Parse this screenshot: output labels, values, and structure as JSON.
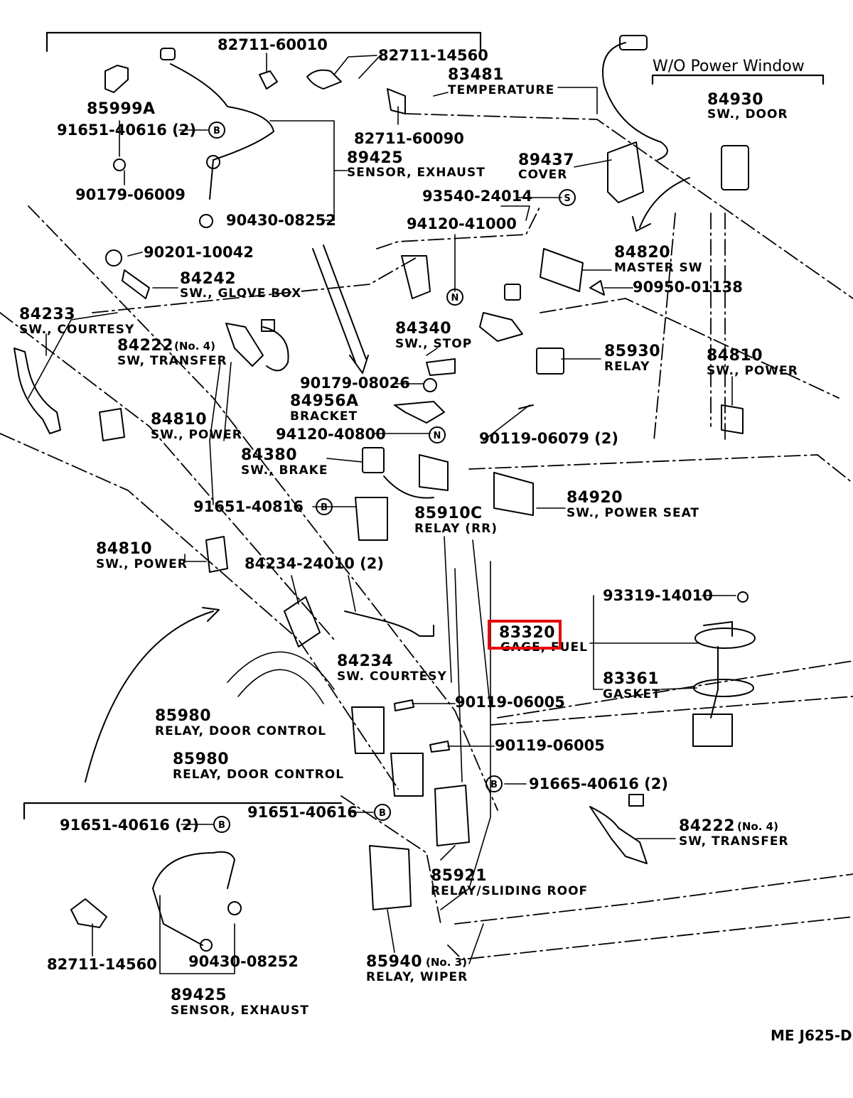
{
  "variant_heading": "W/O Power Window",
  "highlight_part": "83320",
  "colors": {
    "ink": "#000000",
    "highlight": "#e8000b",
    "background": "#ffffff"
  },
  "callouts": [
    {
      "id": "p82711_60010",
      "number": "82711-60010"
    },
    {
      "id": "p82711_14560a",
      "number": "82711-14560"
    },
    {
      "id": "p83481",
      "number": "83481",
      "desc": "TEMPERATURE"
    },
    {
      "id": "p85999a",
      "number": "85999A"
    },
    {
      "id": "p91651_40616a",
      "number": "91651-40616 (2)"
    },
    {
      "id": "p82711_60090",
      "number": "82711-60090"
    },
    {
      "id": "p89425a",
      "number": "89425",
      "desc": "SENSOR, EXHAUST"
    },
    {
      "id": "p90179_06009",
      "number": "90179-06009"
    },
    {
      "id": "p90430_08252a",
      "number": "90430-08252"
    },
    {
      "id": "p89437",
      "number": "89437",
      "desc": "COVER"
    },
    {
      "id": "p93540",
      "number": "93540-24014"
    },
    {
      "id": "p84930",
      "number": "84930",
      "desc": "SW., DOOR"
    },
    {
      "id": "p94120_41000",
      "number": "94120-41000"
    },
    {
      "id": "p90201",
      "number": "90201-10042"
    },
    {
      "id": "p84242",
      "number": "84242",
      "desc": "SW., GLOVE BOX"
    },
    {
      "id": "p84820",
      "number": "84820",
      "desc": "MASTER  SW"
    },
    {
      "id": "p90950",
      "number": "90950-01138"
    },
    {
      "id": "p84233",
      "number": "84233",
      "desc": "SW., COURTESY"
    },
    {
      "id": "p84222a",
      "number": "84222",
      "note": "(No. 4)",
      "desc": "SW, TRANSFER"
    },
    {
      "id": "p84340",
      "number": "84340",
      "desc": "SW., STOP"
    },
    {
      "id": "p85930",
      "number": "85930",
      "desc": "RELAY"
    },
    {
      "id": "p84810a",
      "number": "84810",
      "desc": "SW., POWER"
    },
    {
      "id": "p90179_08026",
      "number": "90179-08026"
    },
    {
      "id": "p84956a",
      "number": "84956A",
      "desc": "BRACKET"
    },
    {
      "id": "p84810b",
      "number": "84810",
      "desc": "SW., POWER"
    },
    {
      "id": "p94120_40800",
      "number": "94120-40800"
    },
    {
      "id": "p90119_06079",
      "number": "90119-06079 (2)"
    },
    {
      "id": "p84380",
      "number": "84380",
      "desc": "SW., BRAKE"
    },
    {
      "id": "p91651_40816",
      "number": "91651-40816"
    },
    {
      "id": "p85910c",
      "number": "85910C",
      "desc": "RELAY (RR)"
    },
    {
      "id": "p84920",
      "number": "84920",
      "desc": "SW., POWER SEAT"
    },
    {
      "id": "p84810c",
      "number": "84810",
      "desc": "SW., POWER"
    },
    {
      "id": "p84234_24010",
      "number": "84234-24010 (2)"
    },
    {
      "id": "p93319",
      "number": "93319-14010"
    },
    {
      "id": "p83320",
      "number": "83320",
      "desc": "GAGE, FUEL"
    },
    {
      "id": "p84234",
      "number": "84234",
      "desc": "SW.  COURTESY"
    },
    {
      "id": "p83361",
      "number": "83361",
      "desc": "GASKET"
    },
    {
      "id": "p90119_06005a",
      "number": "90119-06005"
    },
    {
      "id": "p85980a",
      "number": "85980",
      "desc": "RELAY, DOOR CONTROL"
    },
    {
      "id": "p90119_06005b",
      "number": "90119-06005"
    },
    {
      "id": "p85980b",
      "number": "85980",
      "desc": "RELAY, DOOR CONTROL"
    },
    {
      "id": "p91665",
      "number": "91665-40616 (2)"
    },
    {
      "id": "p91651_40616b",
      "number": "91651-40616"
    },
    {
      "id": "p91651_40616c",
      "number": "91651-40616 (2)"
    },
    {
      "id": "p84222b",
      "number": "84222",
      "note": "(No. 4)",
      "desc": "SW, TRANSFER"
    },
    {
      "id": "p85921",
      "number": "85921",
      "desc": "RELAY/SLIDING ROOF"
    },
    {
      "id": "p82711_14560b",
      "number": "82711-14560"
    },
    {
      "id": "p90430_08252b",
      "number": "90430-08252"
    },
    {
      "id": "p85940",
      "number": "85940",
      "note": "(No. 3)",
      "desc": "RELAY, WIPER"
    },
    {
      "id": "p89425b",
      "number": "89425",
      "desc": "SENSOR, EXHAUST"
    }
  ],
  "symbols": {
    "b": "B",
    "s": "S",
    "n": "N"
  },
  "drawing_code": "ME  J625-D"
}
